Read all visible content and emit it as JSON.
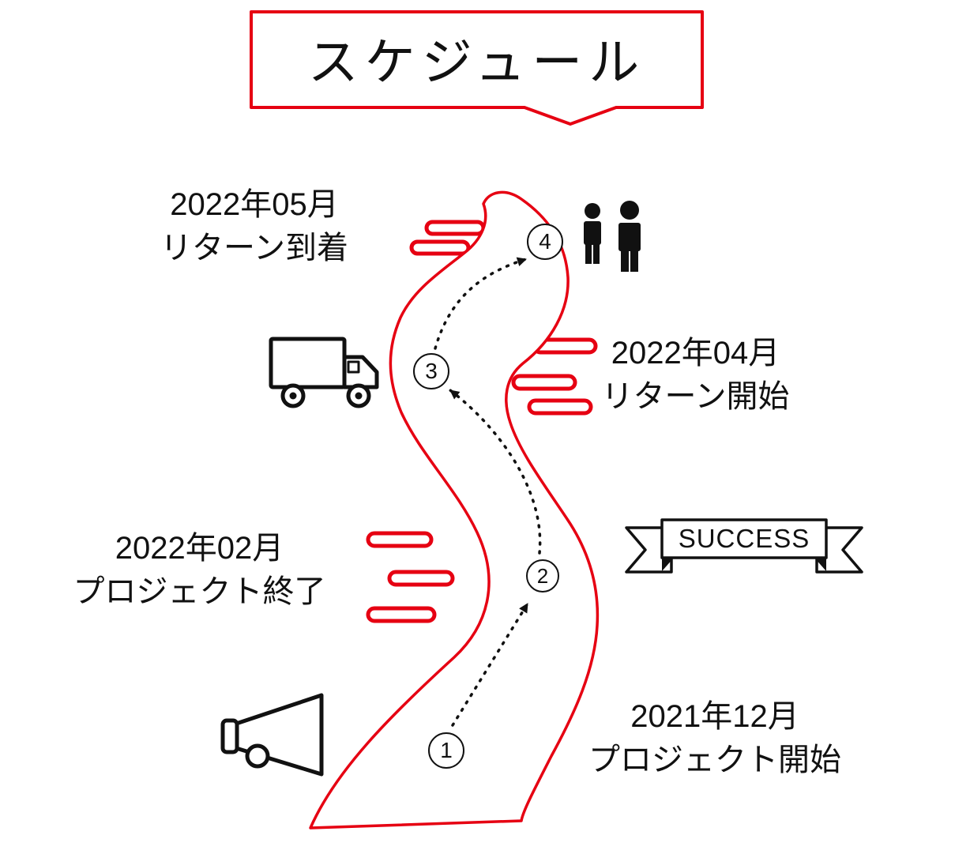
{
  "title": "スケジュール",
  "colors": {
    "accent": "#e60012",
    "ink": "#111111"
  },
  "banner": {
    "label": "SUCCESS"
  },
  "milestones": [
    {
      "num": "1",
      "date": "2021年12月",
      "label": "プロジェクト開始"
    },
    {
      "num": "2",
      "date": "2022年02月",
      "label": "プロジェクト終了"
    },
    {
      "num": "3",
      "date": "2022年04月",
      "label": "リターン開始"
    },
    {
      "num": "4",
      "date": "2022年05月",
      "label": "リターン到着"
    }
  ],
  "icons": {
    "truck": "delivery-truck-icon",
    "people": "two-people-icon",
    "megaphone": "megaphone-icon",
    "banner": "success-ribbon-banner"
  }
}
